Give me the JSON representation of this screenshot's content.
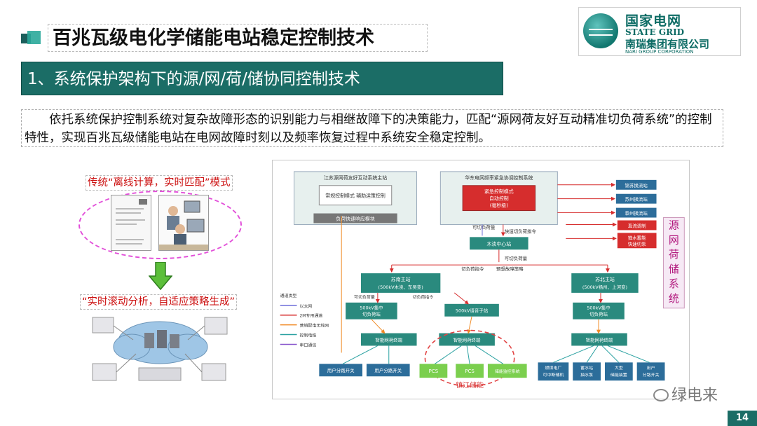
{
  "title": "百兆瓦级电化学储能电站稳定控制技术",
  "logo": {
    "cn": "国家电网",
    "en": "STATE GRID",
    "company_cn": "南瑞集团有限公司",
    "company_en": "NARI GROUP CORPORATION"
  },
  "section": "1、系统保护架构下的源/网/荷/储协同控制技术",
  "paragraph": "依托系统保护控制系统对复杂故障形态的识别能力与相继故障下的决策能力，匹配“源网荷友好互动精准切负荷系统”的控制特性，实现百兆瓦级储能电站在电网故障时刻以及频率恢复过程中系统安全稳定控制。",
  "left": {
    "label_top": "传统“离线计算，实时匹配”模式",
    "label_bottom": "“实时滚动分析，自适应策略生成”"
  },
  "diagram": {
    "main1_title": "江苏源网荷友好互动系统主站",
    "main1_box": "常规控制模式 辅助运策控制",
    "main1_sub": "负荷快速响应模块",
    "main2_title": "华东电网频率紧急协调控制系统",
    "main2_box1": "紧急控制模式",
    "main2_box2": "自动控制",
    "main2_box3": "(毫秒级)",
    "dc1": "锦苏换流站",
    "dc2": "苏州换流站",
    "dc3": "泰州换流站",
    "red1": "直流调制",
    "red2": "抽水蓄能",
    "red3": "快速切泵",
    "cut_load": "可切负荷量",
    "fast_cmd": "快速切负荷指令",
    "center": "木渎中心站",
    "cut_load2": "可切负荷量",
    "cut_cmd": "切负荷指令",
    "strategy": "预想故障策略",
    "sn_main": "苏南主站",
    "sn_sub": "(500kV木渎、东吴变)",
    "sb_main": "苏北主站",
    "sb_sub": "(500kV扬州、上河变)",
    "cut_cmd_l": "可切负荷量",
    "cut_cmd_r": "切负荷指令",
    "sub_500_1": "500kV集中",
    "sub_500_1b": "切负荷站",
    "sub_500_2": "500kV语音子站",
    "sub_500_3": "500kV集中",
    "sub_500_3b": "切负荷站",
    "legend_title": "通道类型",
    "legend": [
      "以太网",
      "2M专用通道",
      "营销配电无线网",
      "控制电缆",
      "串口通信"
    ],
    "legend_colors": [
      "#6b6bd8",
      "#d62d2d",
      "#f08a24",
      "#2aa1a1",
      "#8855cc"
    ],
    "term1": "智能网荷终端",
    "term2": "智能网荷终端",
    "term3": "智能网荷终端",
    "user1": "用户分路开关",
    "user2": "用户分路开关",
    "pcs1": "PCS",
    "pcs2": "PCS",
    "bms": "储能监控系统",
    "plant1": "燃煤电厂",
    "plant1b": "可中断辅机",
    "plant2": "蓄水站",
    "plant2b": "抽水泵",
    "plant3": "大型",
    "plant3b": "储能装置",
    "user3": "用户",
    "user3b": "分路开关",
    "zj_label": "镇江储能",
    "side_label": [
      "源",
      "网",
      "荷",
      "储",
      "系",
      "统"
    ]
  },
  "watermark": "绿电来",
  "page_number": "14"
}
